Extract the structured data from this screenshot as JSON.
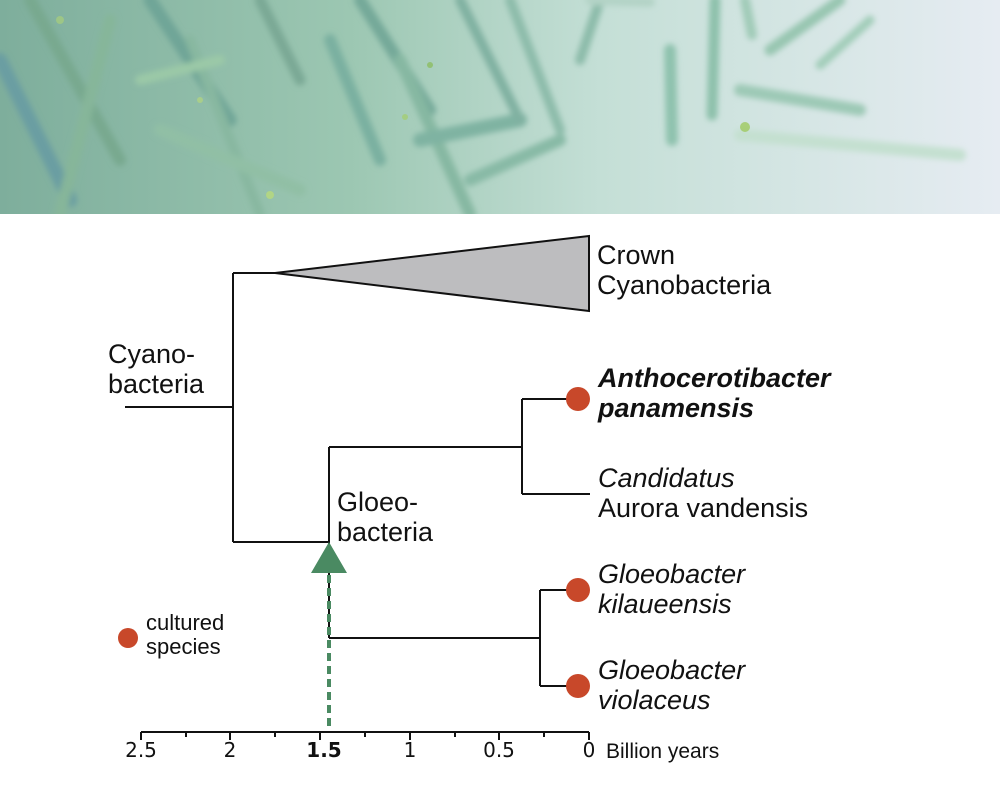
{
  "photo": {
    "description": "micrograph of filamentous cyanobacteria",
    "colors": [
      "#9cc9b8",
      "#7fb59a",
      "#cfe2e6",
      "#e3eaf0"
    ]
  },
  "tree": {
    "clades": {
      "cyanobacteria": [
        "Cyano-",
        "bacteria"
      ],
      "gloeobacteria": [
        "Gloeo-",
        "bacteria"
      ],
      "crown": [
        "Crown",
        "Cyanobacteria"
      ]
    },
    "taxa": [
      {
        "line1": "Anthocerotibacter",
        "line2": "panamensis",
        "style": "bold-italic",
        "cultured": true
      },
      {
        "line1": "Candidatus",
        "line2": "Aurora vandensis",
        "style": "italic-first-line",
        "cultured": false
      },
      {
        "line1": "Gloeobacter",
        "line2": "kilaueensis",
        "style": "italic",
        "cultured": true
      },
      {
        "line1": "Gloeobacter",
        "line2": "violaceus",
        "style": "italic",
        "cultured": true
      }
    ],
    "marker": {
      "type": "green-triangle",
      "age": "1.5",
      "color": "#4a8a62"
    }
  },
  "legend": {
    "symbol_color": "#c8482a",
    "line1": "cultured",
    "line2": "species"
  },
  "axis": {
    "ticks": [
      "2.5",
      "2",
      "1.5",
      "1",
      "0.5",
      "0"
    ],
    "highlight": "1.5",
    "unit": "Billion years"
  },
  "colors": {
    "branch": "#111111",
    "collapsed_clade_fill": "#bdbdbf",
    "cultured_dot": "#c8482a",
    "divergence_marker": "#4a8a62"
  }
}
